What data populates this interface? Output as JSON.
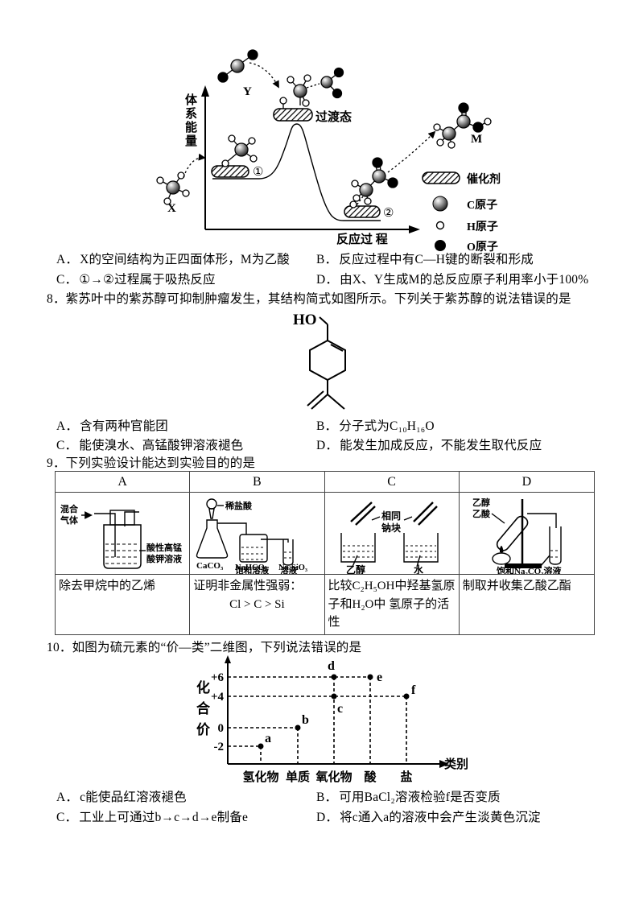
{
  "q7": {
    "options": [
      {
        "key": "A．",
        "text": "X的空间结构为正四面体形，M为乙酸"
      },
      {
        "key": "B．",
        "text": "反应过程中有C—H键的断裂和形成"
      },
      {
        "key": "C．",
        "text": "①→②过程属于吸热反应"
      },
      {
        "key": "D．",
        "text": "由X、Y生成M的总反应原子利用率小于100%"
      }
    ]
  },
  "energy_diagram": {
    "y_axis_label": "体系能量",
    "x_axis_label": "反应过 程",
    "transition_label": "过渡态",
    "platform1": "①",
    "platform2": "②",
    "mol_x": "X",
    "mol_y": "Y",
    "mol_m": "M",
    "legend": {
      "catalyst": "催化剂",
      "c_atom": "C原子",
      "h_atom": "H原子",
      "o_atom": "O原子"
    }
  },
  "q8": {
    "number": "8．",
    "stem": "紫苏叶中的紫苏醇可抑制肿瘤发生，其结构简式如图所示。下列关于紫苏醇的说法错误的是",
    "structure": {
      "hydroxyl": "HO"
    },
    "options": [
      {
        "key": "A．",
        "text": "含有两种官能团"
      },
      {
        "key": "B．",
        "text": "分子式为C₁₀H₁₆O"
      },
      {
        "key": "C．",
        "text": "能使溴水、高锰酸钾溶液褪色"
      },
      {
        "key": "D．",
        "text": "能发生加成反应，不能发生取代反应"
      }
    ]
  },
  "q9": {
    "number": "9．",
    "stem": "下列实验设计能达到实验目的的是",
    "table": {
      "headers": [
        "A",
        "B",
        "C",
        "D"
      ],
      "apparatus_a": {
        "gas1": "混合",
        "gas2": "气体",
        "sol1": "酸性高锰",
        "sol2": "酸钾溶液"
      },
      "apparatus_b": {
        "acid": "稀盐酸",
        "flask": "CaCO₃",
        "bottle1": "NaHCO₃",
        "bottle2": "饱和溶液",
        "tube1": "Na₂SiO₃",
        "tube2": "溶液"
      },
      "apparatus_c": {
        "t1": "相同",
        "t2": "钠块",
        "b1": "乙醇",
        "b2": "水"
      },
      "apparatus_d": {
        "r1": "乙醇",
        "r2": "乙酸",
        "collect": "饱和Na₂CO₃溶液"
      },
      "purposes": {
        "a": "除去甲烷中的乙烯",
        "b1": "证明非金属性强弱：",
        "b2": "Cl > C > Si",
        "c": "比较C₂H₅OH中羟基氢原子和H₂O中 氢原子的活性",
        "d": "制取并收集乙酸乙酯"
      }
    }
  },
  "q10": {
    "number": "10．",
    "stem": "如图为硫元素的“价—类”二维图，下列说法错误的是",
    "options": [
      {
        "key": "A．",
        "text": "c能使品红溶液褪色"
      },
      {
        "key": "B．",
        "text": "可用BaCl₂溶液检验f是否变质"
      },
      {
        "key": "C．",
        "text": "工业上可通过b→c→d→e制备e"
      },
      {
        "key": "D．",
        "text": "将c通入a的溶液中会产生淡黄色沉淀"
      }
    ]
  },
  "chart_data": {
    "type": "scatter",
    "title": "硫元素的“价—类”二维图",
    "xlabel": "类别",
    "ylabel": "化合价",
    "categories": [
      "氢化物",
      "单质",
      "氧化物",
      "酸",
      "盐"
    ],
    "ytick_labels": [
      "+6",
      "+4",
      "0",
      "-2"
    ],
    "ylim": [
      -4,
      8
    ],
    "grid": false,
    "points": [
      {
        "label": "a",
        "category": "氢化物",
        "valence": -2
      },
      {
        "label": "b",
        "category": "单质",
        "valence": 0
      },
      {
        "label": "c",
        "category": "氧化物",
        "valence": 4
      },
      {
        "label": "d",
        "category": "氧化物",
        "valence": 6
      },
      {
        "label": "e",
        "category": "酸",
        "valence": 6
      },
      {
        "label": "f",
        "category": "盐",
        "valence": 4
      }
    ]
  }
}
